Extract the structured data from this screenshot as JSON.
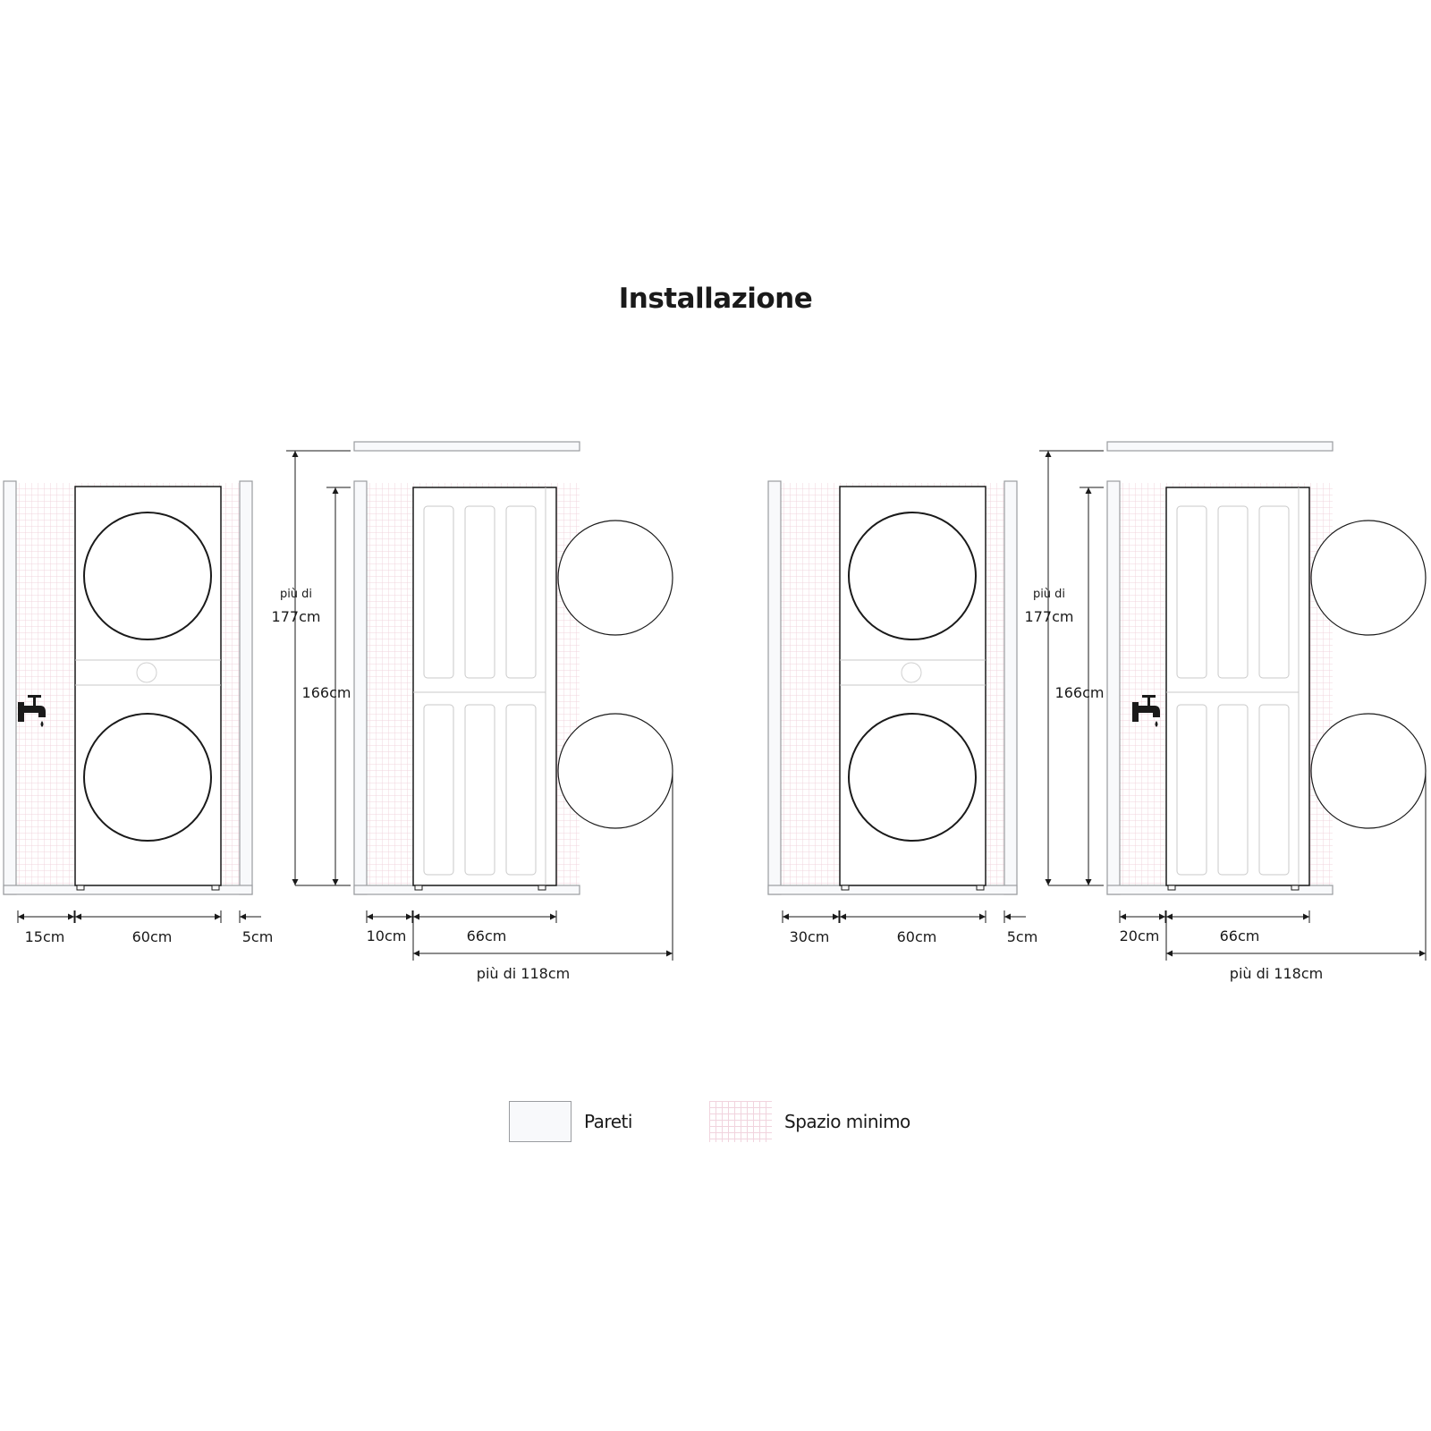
{
  "title": "Installazione",
  "panels": [
    {
      "view": "front",
      "dims": {
        "left_gap": "15cm",
        "width": "60cm",
        "right_gap": "5cm"
      },
      "tap": true
    },
    {
      "view": "side",
      "dims": {
        "back_gap": "10cm",
        "depth": "66cm",
        "door_open": "più di 118cm",
        "height": "166cm",
        "total_height_prefix": "più di",
        "total_height": "177cm"
      },
      "tap": false
    },
    {
      "view": "front",
      "dims": {
        "left_gap": "30cm",
        "width": "60cm",
        "right_gap": "5cm"
      },
      "tap": false
    },
    {
      "view": "side",
      "dims": {
        "back_gap": "20cm",
        "depth": "66cm",
        "door_open": "più di 118cm",
        "height": "166cm",
        "total_height_prefix": "più di",
        "total_height": "177cm"
      },
      "tap": true
    }
  ],
  "legend": [
    {
      "label": "Pareti",
      "swatch": "wall"
    },
    {
      "label": "Spazio minimo",
      "swatch": "grid"
    }
  ],
  "colors": {
    "wall_fill": "#f8f9fb",
    "wall_stroke": "#9a9ca0",
    "grid_line": "#f1d4de",
    "ink": "#1a1a1a"
  }
}
